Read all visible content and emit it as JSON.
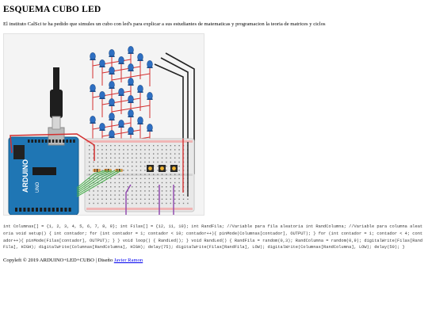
{
  "page": {
    "title": "ESQUEMA CUBO LED",
    "intro": "El instituto CalSci te ha pedido que simules un cubo con led's para explicar a sus estudiantes de matematicas y programacion la teoria de matrices y ciclos"
  },
  "diagram": {
    "board_label": "ARDUINO",
    "board_sublabel": "UNO",
    "led_rows": 3,
    "led_cols": 3,
    "led_layers": 3,
    "resistors_count": 3,
    "buttons_count": 3,
    "colors": {
      "led": "#2e6fc2",
      "board": "#1f76b4",
      "wire_red": "#d32f2f",
      "wire_black": "#222222",
      "wire_green": "#4caf50",
      "wire_purple": "#8e44ad",
      "breadboard": "#e8e8e8"
    }
  },
  "code": {
    "text": "int Columnas[] = {1, 2, 3, 4, 5, 6, 7, 8, 9}; int Filas[] = {12, 11, 10}; int RandFila; //Variable para fila aleatoria int RandColumna; //Variable para columna aleatoria void setup() { int contador; for (int contador = 1; contador < 10; contador++){ pinMode(Columnas[contador], OUTPUT); } for (int contador = 1; contador < 4; contador++){ pinMode(Filas[contador], OUTPUT); } } void loop() { RandLed(); } void RandLed() { RandFila = random(0,3); RandColumna = random(0,9); digitalWrite(Filas[RandFila], HIGH); digitalWrite(Columnas[RandColumna], HIGH); delay(75); digitalWrite(Filas[RandFila], LOW); digitalWrite(Columnas[RandColumna], LOW); delay(50); }"
  },
  "footer": {
    "text": "Copyleft © 2019 ARDUINO+LED+CUBO | Diseño ",
    "link_label": "Javier Ramon"
  }
}
